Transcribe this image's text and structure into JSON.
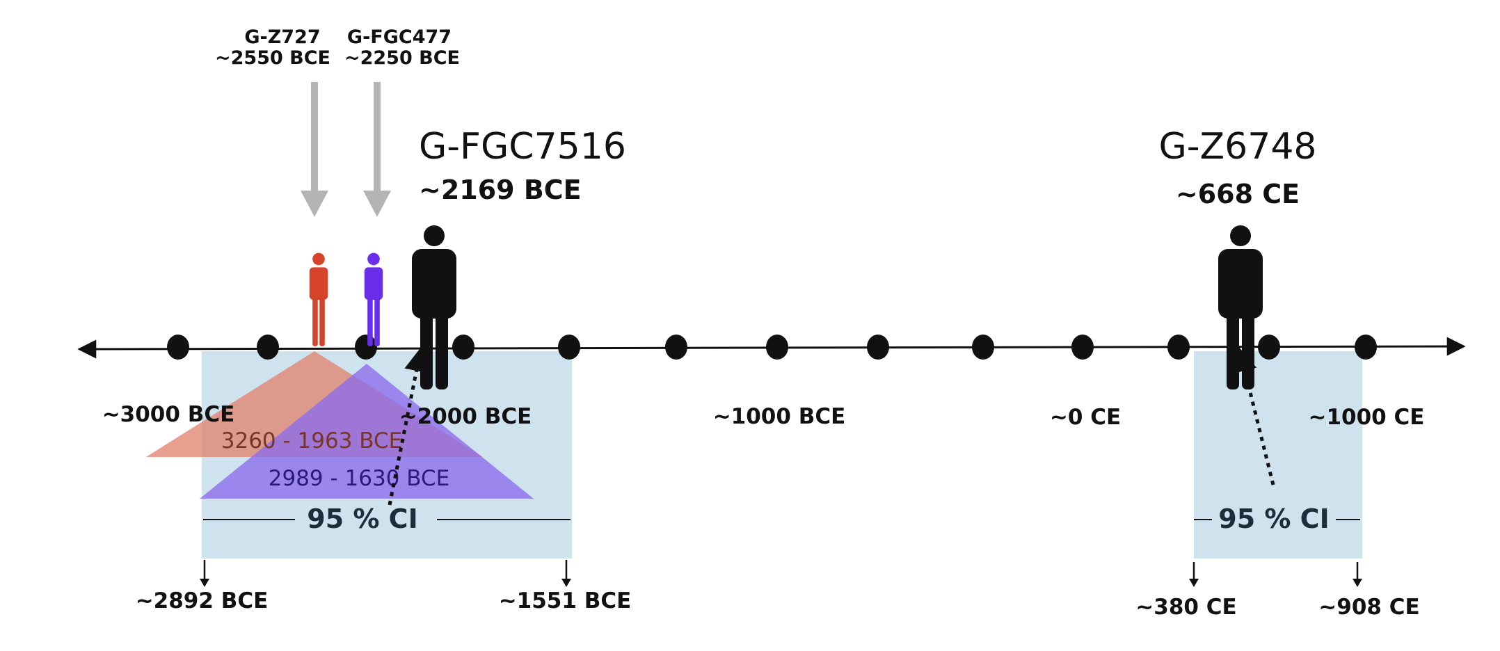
{
  "colors": {
    "ci_fill": "#cfe3ef",
    "gray_arrow": "#b4b4b4",
    "red_person": "#d5432a",
    "purple_person": "#6a2dea",
    "red_triangle": "#e0846f",
    "purple_triangle": "#8a6bea",
    "timeline": "#111111"
  },
  "timeline": {
    "tick_labels": [
      "~3000 BCE",
      "~2000 BCE",
      "~1000 BCE",
      "~0 CE",
      "~1000 CE"
    ]
  },
  "upstream": [
    {
      "name": "G-Z727",
      "date": "~2550 BCE",
      "color": "#d5432a"
    },
    {
      "name": "G-FGC477",
      "date": "~2250 BCE",
      "color": "#6a2dea"
    }
  ],
  "haplogroups": [
    {
      "name": "G-FGC7516",
      "date": "~2169 BCE",
      "ci_label": "95 % CI",
      "ci_low": "~2892 BCE",
      "ci_high": "~1551 BCE"
    },
    {
      "name": "G-Z6748",
      "date": "~668 CE",
      "ci_label": "95 % CI",
      "ci_low": "~380 CE",
      "ci_high": "~908 CE"
    }
  ],
  "ranges": [
    {
      "label": "3260 - 1963 BCE",
      "color": "#e0846f"
    },
    {
      "label": "2989 - 1630 BCE",
      "color": "#8a6bea"
    }
  ]
}
